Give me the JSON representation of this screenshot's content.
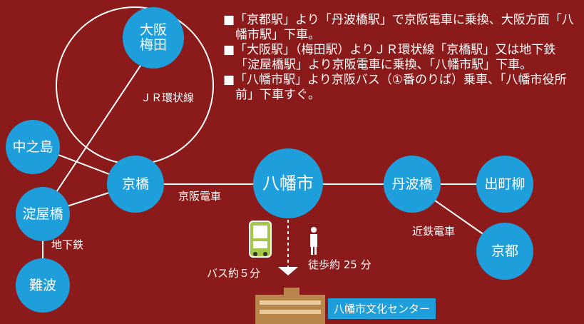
{
  "notes": [
    "■「京都駅」より「丹波橋駅」で京阪電車に乗換、大阪方面「八幡市駅」下車。",
    "■「大阪駅」（梅田駅）よりＪＲ環状線「京橋駅」又は地下鉄「淀屋橋駅」より京阪電車に乗換、「八幡市駅」下車。",
    "■「八幡市駅」より京阪バス（①番のりば）乗車、「八幡市役所前」下車すぐ。"
  ],
  "stations": {
    "osaka_umeda": "大阪\n梅田",
    "nakanoshima": "中之島",
    "kyobashi": "京橋",
    "yodoyabashi": "淀屋橋",
    "namba": "難波",
    "yawatashi": "八幡市",
    "tambabashi": "丹波橋",
    "demachiyanagi": "出町柳",
    "kyoto": "京都"
  },
  "lines": {
    "jr_loop": "ＪＲ環状線",
    "keihan": "京阪電車",
    "kintetsu": "近鉄電車",
    "subway": "地下鉄"
  },
  "access": {
    "bus": "バス約５分",
    "walk": "徒歩約 25 分"
  },
  "destination": "八幡市文化センター",
  "colors": {
    "background": "#8b1a1a",
    "station": "#1e9fdb",
    "line": "#ffffff"
  }
}
